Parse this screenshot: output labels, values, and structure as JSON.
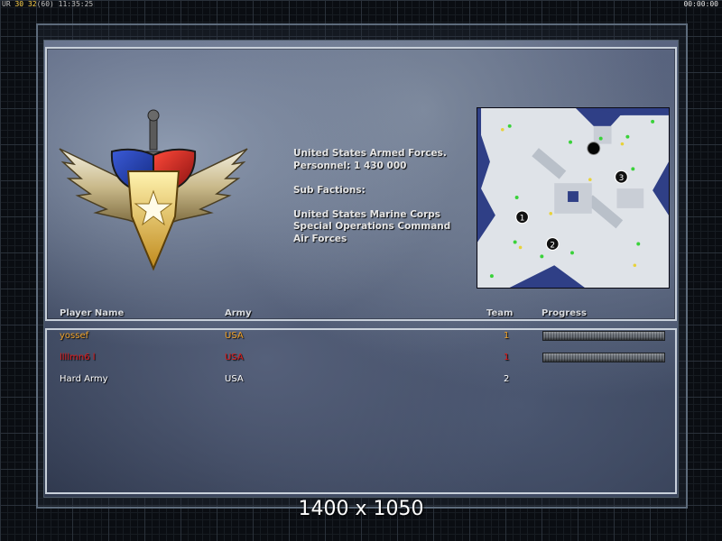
{
  "overlay": {
    "fps_parts": [
      "UR",
      "30",
      "32",
      "(60)",
      "11:35:25"
    ],
    "timer": "00:00:00"
  },
  "faction": {
    "name_line": "United States Armed Forces.",
    "personnel_line": "Personnel: 1 430 000",
    "sub_factions_label": "Sub Factions:",
    "sub_factions": [
      "United States Marine Corps",
      "Special Operations Command",
      "Air Forces"
    ]
  },
  "minimap": {
    "start_positions": [
      "1",
      "2",
      "3"
    ],
    "colors": {
      "water": "#2f3f86",
      "land": "#dfe3e8"
    }
  },
  "table": {
    "headers": {
      "player": "Player Name",
      "army": "Army",
      "team": "Team",
      "progress": "Progress"
    },
    "rows": [
      {
        "name": "yossef",
        "army": "USA",
        "team": "1",
        "color": "#f0a228",
        "progress": 1.0
      },
      {
        "name": "llllmn6 l",
        "army": "USA",
        "team": "1",
        "color": "#e01818",
        "progress": 1.0
      },
      {
        "name": "Hard Army",
        "army": "USA",
        "team": "2",
        "color": "#ffffff",
        "progress": null
      }
    ]
  },
  "resolution_text": "1400 x 1050"
}
